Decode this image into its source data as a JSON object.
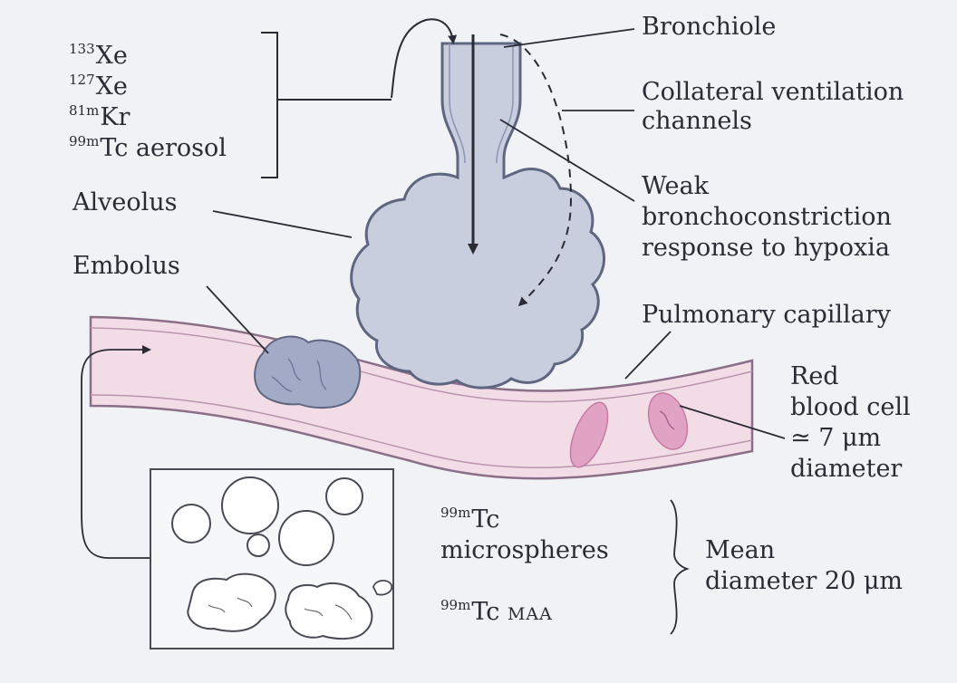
{
  "tracers": [
    {
      "sup": "133",
      "name": "Xe"
    },
    {
      "sup": "127",
      "name": "Xe"
    },
    {
      "sup": "81m",
      "name": "Kr"
    },
    {
      "sup": "99m",
      "name": "Tc aerosol"
    }
  ],
  "labels": {
    "bronchiole": "Bronchiole",
    "collateral_1": "Collateral ventilation",
    "collateral_2": "channels",
    "weak_1": "Weak",
    "weak_2": "bronchoconstriction",
    "weak_3": "response to hypoxia",
    "alveolus": "Alveolus",
    "embolus": "Embolus",
    "capillary": "Pulmonary capillary",
    "rbc_1": "Red",
    "rbc_2": "blood cell",
    "rbc_3": "≃ 7 μm",
    "rbc_4": "diameter",
    "micro_sup": "99m",
    "micro_1": "Tc",
    "micro_2": "microspheres",
    "maa_sup": "99m",
    "maa_tc": "Tc",
    "maa_suffix": "MAA",
    "mean_1": "Mean",
    "mean_2": "diameter 20 μm"
  },
  "colors": {
    "background": "#f0f2f5",
    "alveolus_fill": "#c9cede",
    "alveolus_stroke": "#5e6680",
    "vessel_fill": "#f2dce6",
    "vessel_stroke": "#8b6f88",
    "embolus_fill": "#a2aac6",
    "rbc_fill": "#e0a3c4",
    "ink": "#2b2b35"
  }
}
